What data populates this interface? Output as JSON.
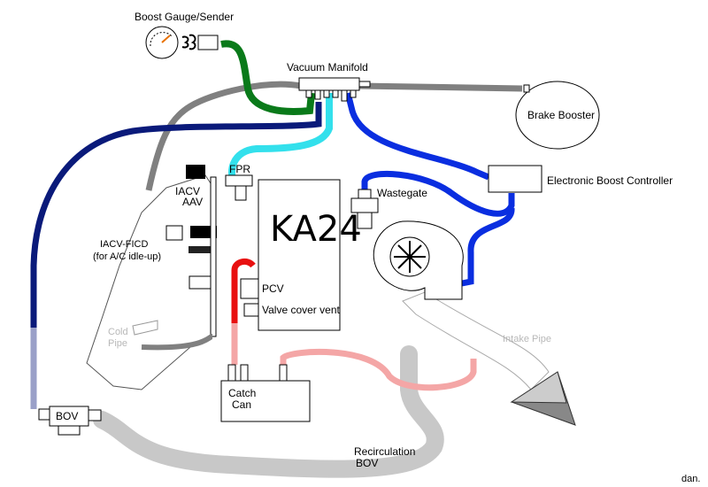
{
  "labels": {
    "boost_gauge": "Boost Gauge/Sender",
    "vacuum_manifold": "Vacuum Manifold",
    "brake_booster": "Brake Booster",
    "fpr": "FPR",
    "electronic_boost_controller": "Electronic Boost Controller",
    "wastegate": "Wastegate",
    "iacv": "IACV",
    "aav": "AAV",
    "iacv_ficd": "IACV-FICD",
    "iacv_ficd_note": "(for A/C idle-up)",
    "engine": "KA24",
    "pcv": "PCV",
    "valve_cover_vent": "Valve cover vent",
    "cold_pipe_1": "Cold",
    "cold_pipe_2": "Pipe",
    "intake_pipe": "Intake Pipe",
    "catch_can_1": "Catch",
    "catch_can_2": "Can",
    "bov": "BOV",
    "recirc_1": "Recirculation",
    "recirc_2": "BOV",
    "signature": "dan."
  },
  "hose_colors": {
    "gauge_line": "#0a7a1a",
    "fpr_line": "#33e0ec",
    "boost_controller_line": "#0a2ee0",
    "bov_line": "#0a1a7a",
    "brake_line": "#808080",
    "pcv_line": "#e81010",
    "catch_can_line": "#f4a6a6",
    "recirc_line": "#c8c8c8"
  }
}
